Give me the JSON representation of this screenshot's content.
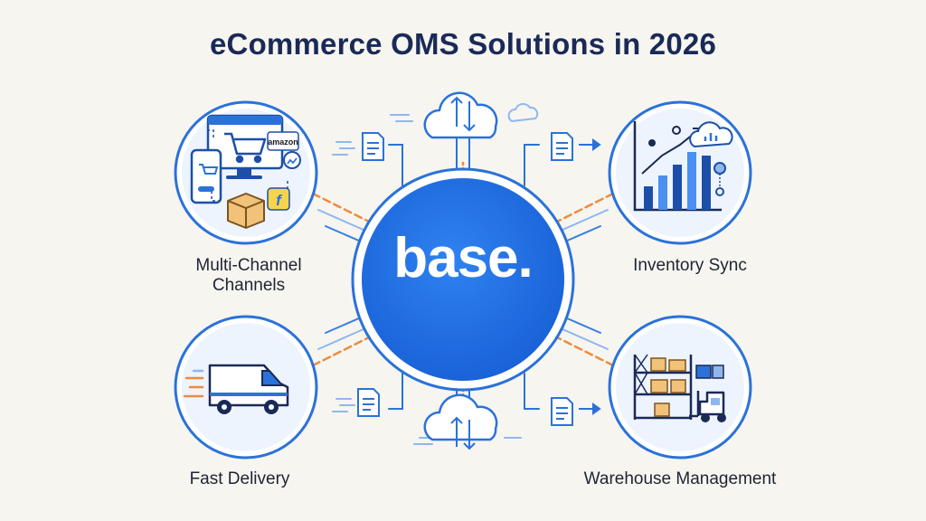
{
  "title": "eCommerce OMS Solutions in 2026",
  "hub": {
    "brand": "base."
  },
  "nodes": {
    "multi_channel": {
      "line1": "Multi-Channel",
      "line2": "Channels",
      "badge_amazon": "amazon",
      "badge_flipkart": "f"
    },
    "inventory_sync": {
      "label": "Inventory Sync"
    },
    "fast_delivery": {
      "label": "Fast Delivery"
    },
    "warehouse": {
      "label": "Warehouse Management"
    }
  },
  "colors": {
    "primary_blue": "#2a72d9",
    "hub_blue": "#1f6fe5",
    "navy": "#1a2a57",
    "accent_orange": "#f08a3c",
    "light_blue": "#8fb7ef",
    "background": "#f6f5f0"
  }
}
